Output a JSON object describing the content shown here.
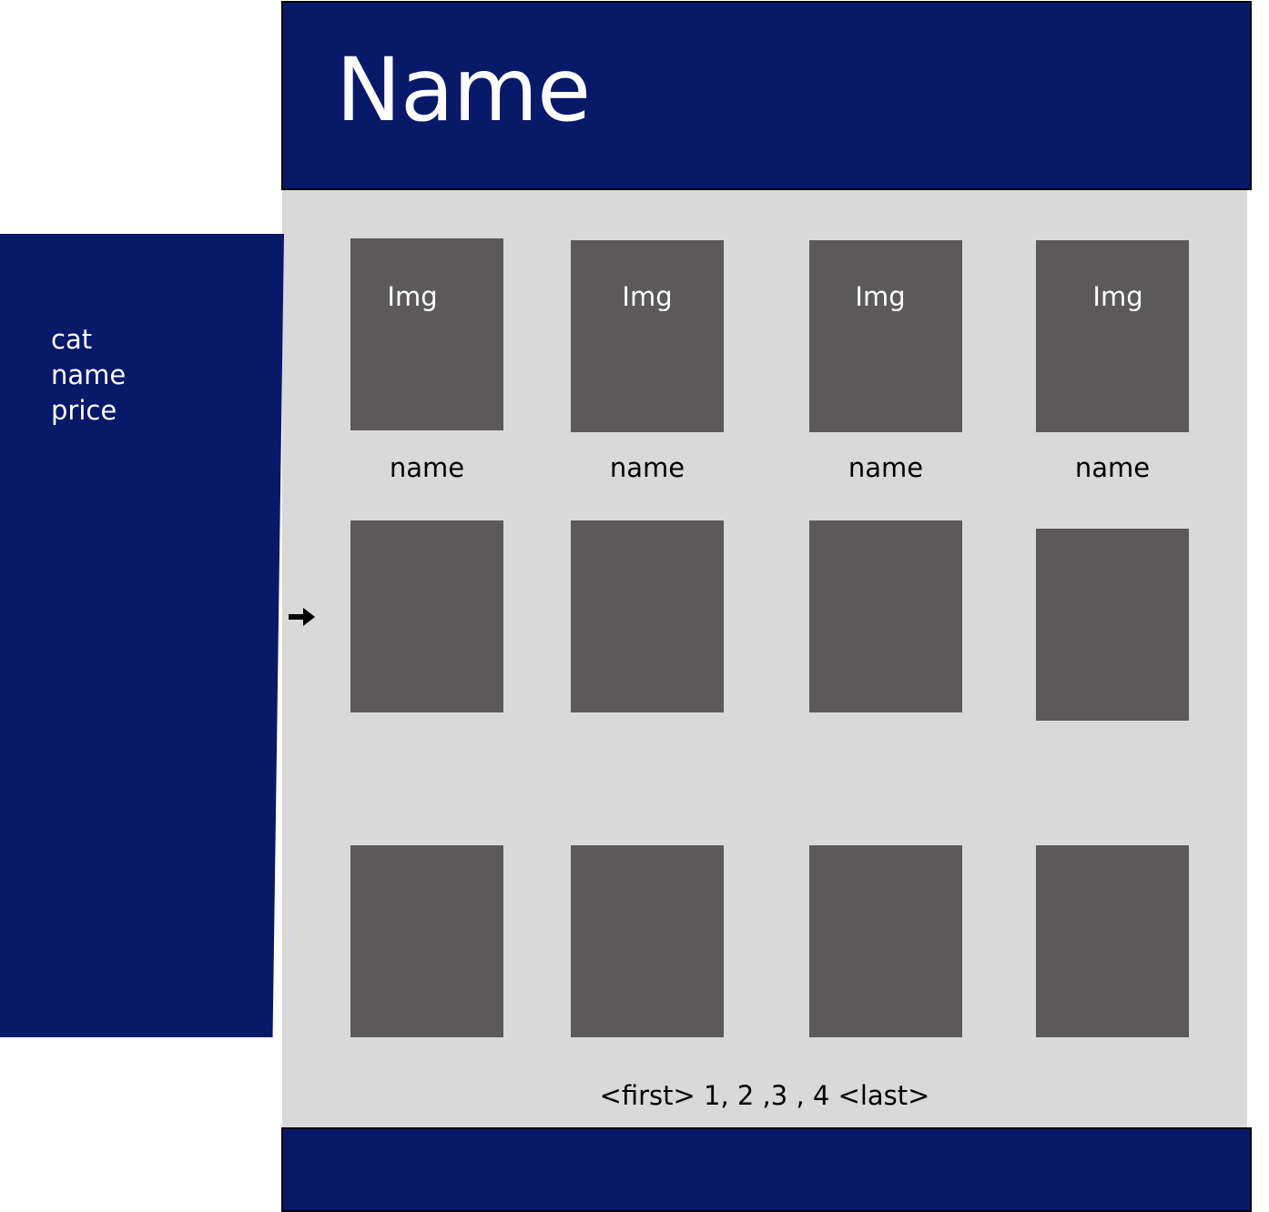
{
  "header": {
    "title": "Name"
  },
  "sidebar": {
    "items": [
      "cat",
      "name",
      "price"
    ]
  },
  "grid": {
    "row1": [
      {
        "img_label": "Img",
        "name": "name"
      },
      {
        "img_label": "Img",
        "name": "name"
      },
      {
        "img_label": "Img",
        "name": "name"
      },
      {
        "img_label": "Img",
        "name": "name"
      }
    ]
  },
  "pagination": {
    "text": "<first> 1, 2 ,3 , 4 <last>"
  },
  "icons": {
    "arrow": "arrow-right-icon"
  },
  "colors": {
    "navy": "#08196a",
    "tile": "#5c595a",
    "content_bg": "#d9d9d9"
  }
}
